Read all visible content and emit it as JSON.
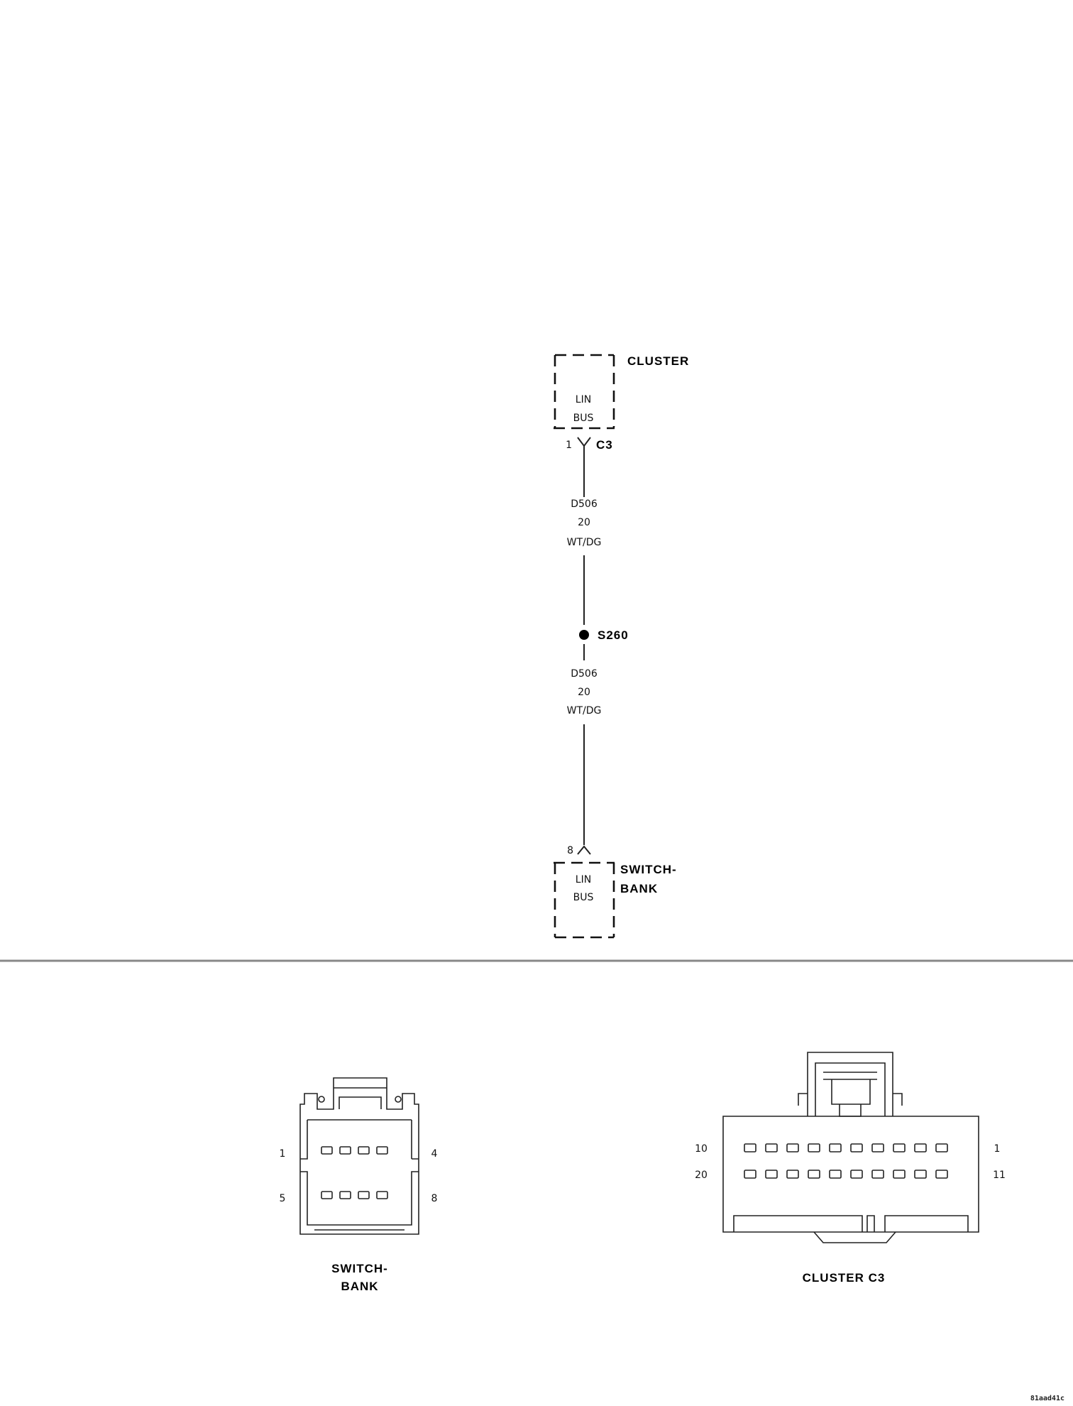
{
  "schematic": {
    "top_module": {
      "name": "CLUSTER",
      "line1": "LIN",
      "line2": "BUS"
    },
    "top_connector": {
      "pin": "1",
      "name": "C3"
    },
    "wire_upper": {
      "circuit": "D506",
      "gauge": "20",
      "color": "WT/DG"
    },
    "splice": {
      "name": "S260"
    },
    "wire_lower": {
      "circuit": "D506",
      "gauge": "20",
      "color": "WT/DG"
    },
    "bottom_connector": {
      "pin": "8"
    },
    "bottom_module": {
      "name_line1": "SWITCH-",
      "name_line2": "BANK",
      "line1": "LIN",
      "line2": "BUS"
    }
  },
  "connectors": {
    "switch_bank": {
      "label_line1": "SWITCH-",
      "label_line2": "BANK",
      "pin_top_left": "1",
      "pin_top_right": "4",
      "pin_bottom_left": "5",
      "pin_bottom_right": "8",
      "rows": 2,
      "cols": 4
    },
    "cluster_c3": {
      "label": "CLUSTER C3",
      "pin_top_left": "10",
      "pin_top_right": "1",
      "pin_bottom_left": "20",
      "pin_bottom_right": "11",
      "rows": 2,
      "cols": 10
    }
  },
  "footer": {
    "code": "81aad41c"
  }
}
